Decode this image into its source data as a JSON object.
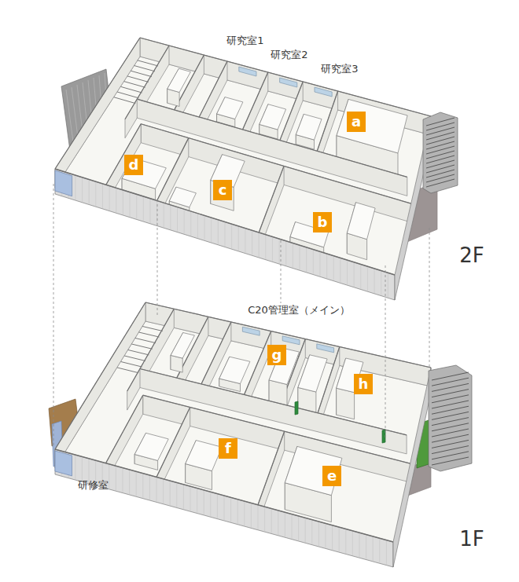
{
  "diagram": {
    "nodes": [
      {
        "text": [
          "a"
        ]
      },
      {
        "text": [
          "d"
        ]
      },
      {
        "text": [
          "c"
        ]
      },
      {
        "text": [
          "b"
        ]
      },
      {
        "text": [
          "g"
        ]
      },
      {
        "text": [
          "h"
        ]
      },
      {
        "text": [
          "f"
        ]
      },
      {
        "text": [
          "e"
        ]
      }
    ],
    "labels": [
      "研究室1",
      "研究室2",
      "研究室3",
      "2F",
      "C20管理室（メイン）",
      "研修室",
      "1F"
    ]
  }
}
